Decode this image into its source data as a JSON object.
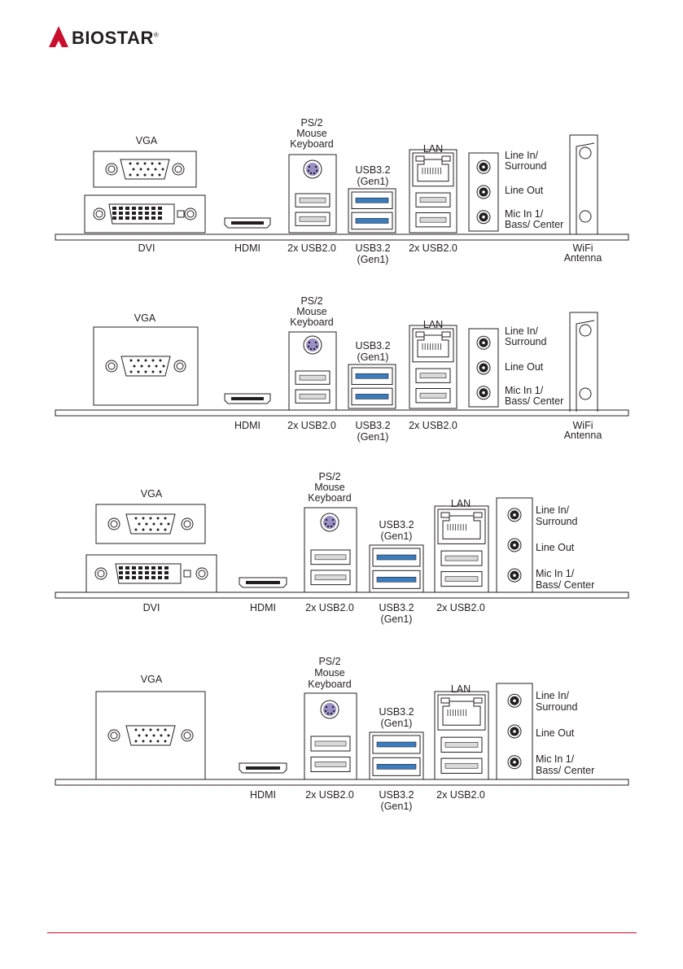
{
  "header": {
    "brand": "BIOSTAR",
    "brand_mark": "®",
    "accent_color": "#c8102e"
  },
  "labels": {
    "vga": "VGA",
    "dvi": "DVI",
    "hdmi": "HDMI",
    "ps2_line1": "PS/2",
    "ps2_line2": "Mouse",
    "ps2_line3": "Keyboard",
    "usb2": "2x USB2.0",
    "usb3_line1": "USB3.2",
    "usb3_line2": "(Gen1)",
    "lan": "LAN",
    "line_in_1": "Line In/",
    "line_in_2": "Surround",
    "line_out": "Line Out",
    "mic_1": "Mic In 1/",
    "mic_2": "Bass/ Center",
    "wifi_1": "WiFi",
    "wifi_2": "Antenna"
  },
  "colors": {
    "usb3_blue": "#3a7cc0",
    "ps2_purple": "#9b8fc6",
    "usb2_gray": "#d9d9d9"
  },
  "panels": [
    {
      "id": "panel-1",
      "has_dvi": true,
      "has_wifi": true
    },
    {
      "id": "panel-2",
      "has_dvi": false,
      "has_wifi": true
    },
    {
      "id": "panel-3",
      "has_dvi": true,
      "has_wifi": false
    },
    {
      "id": "panel-4",
      "has_dvi": false,
      "has_wifi": false
    }
  ]
}
